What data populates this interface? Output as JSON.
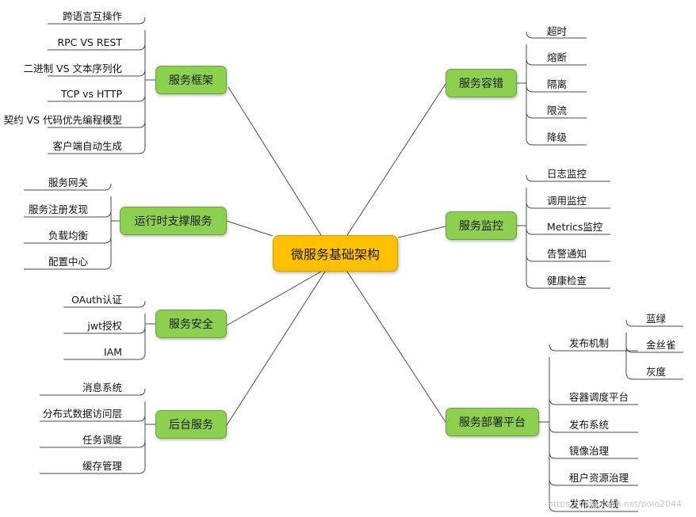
{
  "center": {
    "label": "微服务基础架构"
  },
  "left_branches": [
    {
      "label": "服务框架",
      "leaves": [
        "跨语言互操作",
        "RPC VS REST",
        "二进制 VS 文本序列化",
        "TCP vs HTTP",
        "契约 VS 代码优先编程模型",
        "客户端自动生成"
      ]
    },
    {
      "label": "运行时支撑服务",
      "leaves": [
        "服务网关",
        "服务注册发现",
        "负载均衡",
        "配置中心"
      ]
    },
    {
      "label": "服务安全",
      "leaves": [
        "OAuth认证",
        "jwt授权",
        "IAM"
      ]
    },
    {
      "label": "后台服务",
      "leaves": [
        "消息系统",
        "分布式数据访问层",
        "任务调度",
        "缓存管理"
      ]
    }
  ],
  "right_branches": [
    {
      "label": "服务容错",
      "leaves": [
        "超时",
        "熔断",
        "隔离",
        "限流",
        "降级"
      ]
    },
    {
      "label": "服务监控",
      "leaves": [
        "日志监控",
        "调用监控",
        "Metrics监控",
        "告警通知",
        "健康检查"
      ]
    },
    {
      "label": "服务部署平台",
      "leaves": [
        "发布机制",
        "容器调度平台",
        "发布系统",
        "镜像治理",
        "租户资源治理",
        "发布流水线"
      ],
      "sub_leaves": [
        "蓝绿",
        "金丝雀",
        "灰度"
      ]
    }
  ],
  "watermark": "https://blog.csdn.net/polo2044",
  "colors": {
    "node_fill": "#8dd050",
    "center_fill": "#ffc000",
    "line": "#4a4a4a"
  }
}
